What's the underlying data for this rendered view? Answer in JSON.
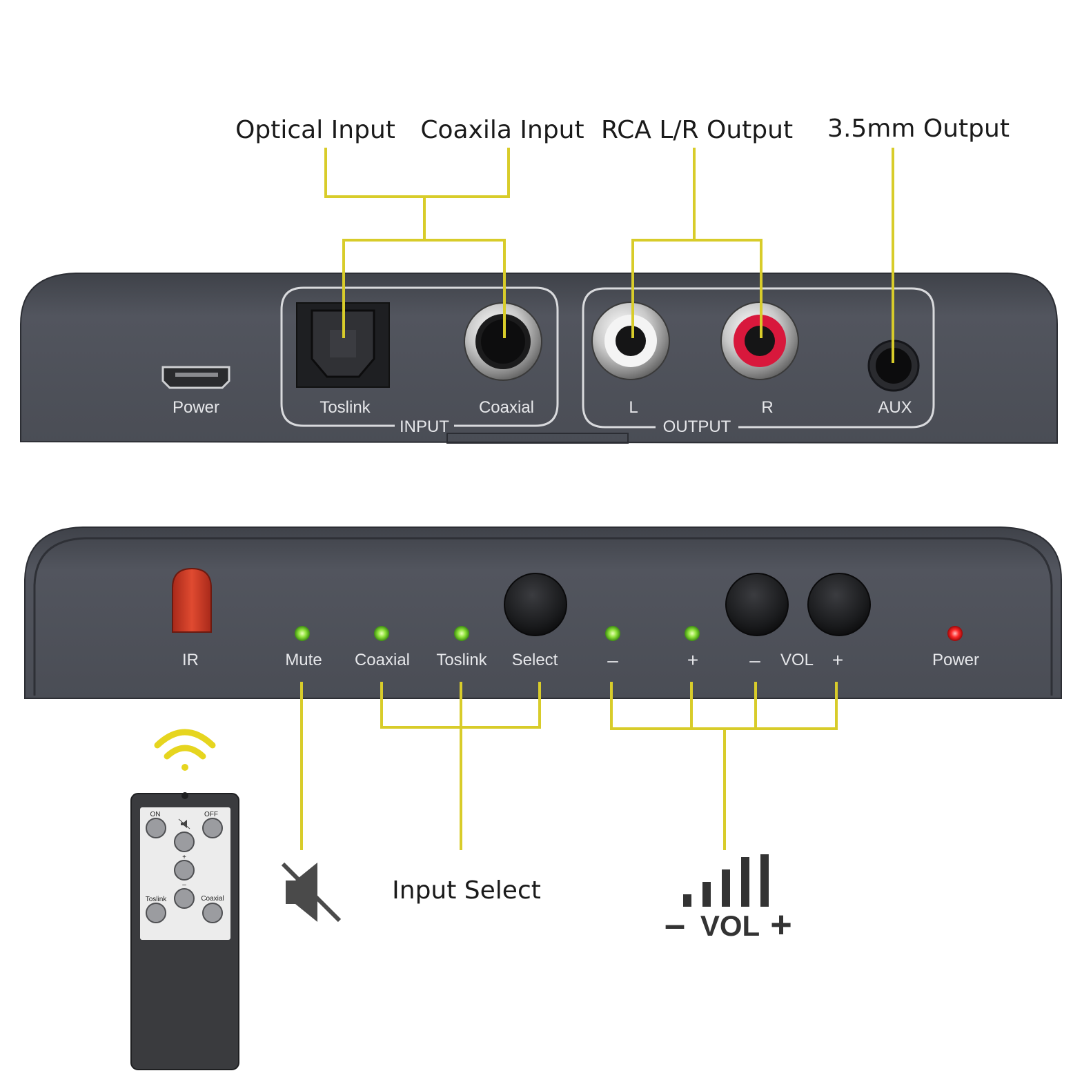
{
  "colors": {
    "panel": "#4d5059",
    "panel_edge": "#2c2e34",
    "callout_line": "#d8cc2a",
    "led_green": "#8fe23a",
    "led_red": "#ff2a2a",
    "ir_window": "#d13a24",
    "rca_red": "#d8183c",
    "remote_body": "#3a3b3e"
  },
  "callouts": {
    "optical_input": "Optical Input",
    "coaxial_input": "Coaxila Input",
    "rca_output": "RCA L/R Output",
    "mm35_output": "3.5mm Output",
    "input_select": "Input Select"
  },
  "rear_panel": {
    "power": "Power",
    "toslink": "Toslink",
    "coaxial": "Coaxial",
    "input_group": "INPUT",
    "left": "L",
    "right": "R",
    "aux": "AUX",
    "output_group": "OUTPUT"
  },
  "front_panel": {
    "ir": "IR",
    "mute": "Mute",
    "coaxial": "Coaxial",
    "toslink": "Toslink",
    "select": "Select",
    "led_minus": "–",
    "led_plus": "+",
    "vol_minus": "–",
    "vol": "VOL",
    "vol_plus": "+",
    "power": "Power"
  },
  "remote": {
    "on": "ON",
    "off": "OFF",
    "plus": "+",
    "minus": "–",
    "toslink": "Toslink",
    "coaxial": "Coaxial"
  },
  "icons": {
    "mute": "mute-speaker-icon",
    "volume": "volume-bars-icon",
    "wireless": "wifi-signal-icon"
  },
  "volume_icon": {
    "label": "VOL",
    "minus": "–",
    "plus": "+"
  }
}
